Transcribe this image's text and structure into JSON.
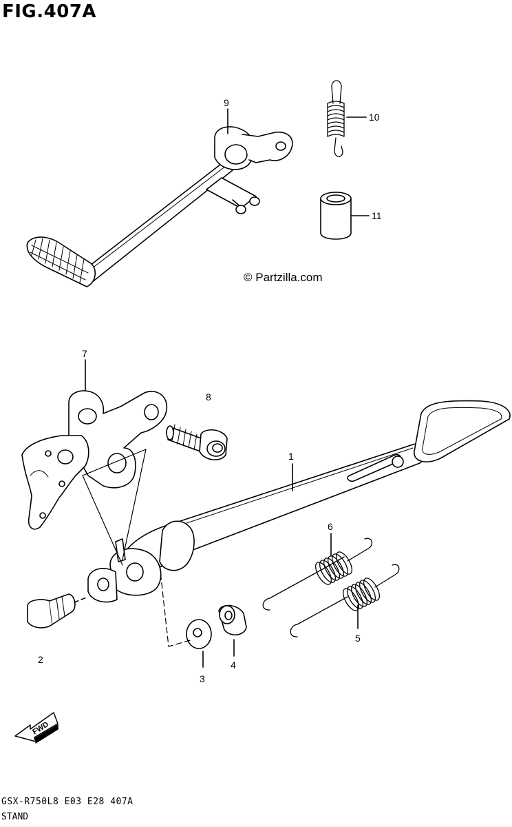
{
  "figure": {
    "title": "FIG.407A"
  },
  "watermark": "© Partzilla.com",
  "callouts": [
    "1",
    "2",
    "3",
    "4",
    "5",
    "6",
    "7",
    "8",
    "9",
    "10",
    "11"
  ],
  "fwd_label": "FWD",
  "footer": {
    "code": "GSX-R750L8 E03 E28 407A",
    "name": "STAND"
  }
}
